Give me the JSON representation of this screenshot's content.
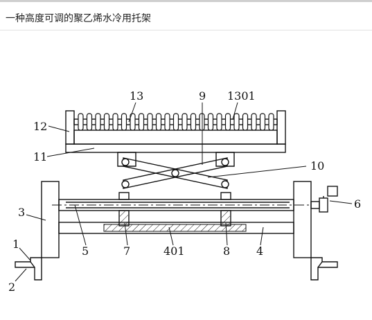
{
  "title": "一种高度可调的聚乙烯水冷用托架",
  "labels": {
    "l1": "1",
    "l2": "2",
    "l3": "3",
    "l4": "4",
    "l5": "5",
    "l6": "6",
    "l7": "7",
    "l8": "8",
    "l9": "9",
    "l10": "10",
    "l11": "11",
    "l12": "12",
    "l13": "13",
    "l1301": "1301",
    "l401": "401"
  },
  "colors": {
    "line": "#111111",
    "hatch": "#111111",
    "background": "#ffffff"
  }
}
